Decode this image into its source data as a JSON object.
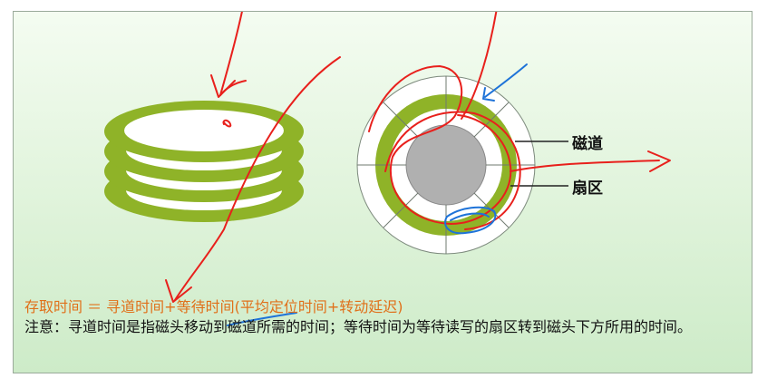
{
  "labels": {
    "track": "磁道",
    "sector": "扇区"
  },
  "formula": "存取时间 ＝ 寻道时间+等待时间(平均定位时间+转动延迟)",
  "note": "注意：寻道时间是指磁头移动到磁道所需的时间；等待时间为等待读写的扇区转到磁头下方所用的时间。",
  "colors": {
    "background": "#dff3da",
    "platter_green": "#8fb328",
    "annotation_red": "#e8201c",
    "annotation_blue": "#1e73d8",
    "formula_orange": "#e0701a"
  }
}
